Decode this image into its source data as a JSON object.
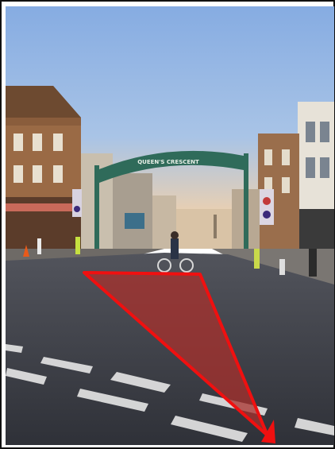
{
  "photo": {
    "scene": "street",
    "arch_sign_text": "QUEEN'S CRESCENT"
  },
  "annotation": {
    "shape": "triangle-with-arrow",
    "stroke_color": "#f01010",
    "fill_color": "#a8302c"
  },
  "colors": {
    "sky_top": "#8fb4e6",
    "sky_bottom": "#f0cfa8",
    "road": "#3a3c44",
    "arch": "#2f6b5a"
  }
}
